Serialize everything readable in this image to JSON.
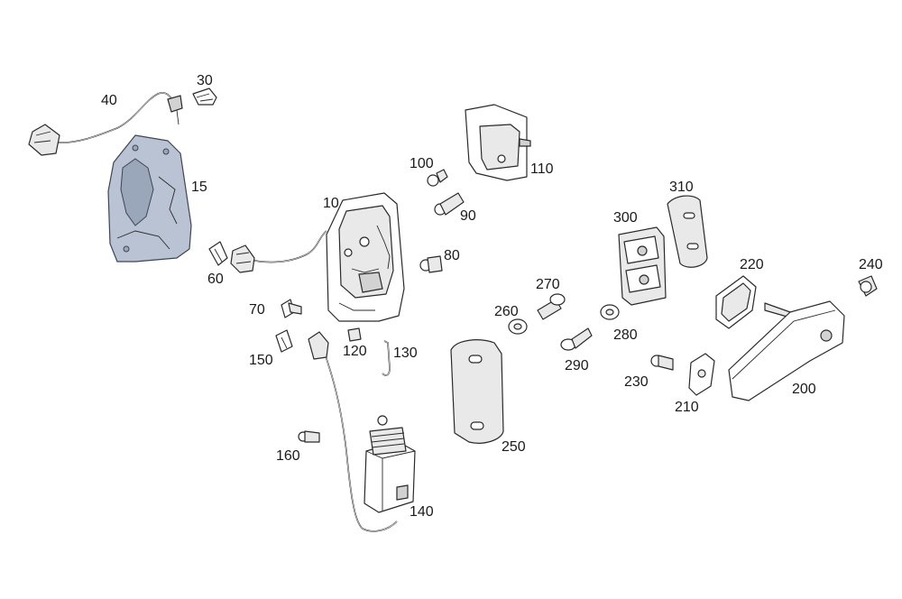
{
  "diagram": {
    "callouts": {
      "p10": "10",
      "p15": "15",
      "p30": "30",
      "p40": "40",
      "p60": "60",
      "p70": "70",
      "p80": "80",
      "p90": "90",
      "p100": "100",
      "p110": "110",
      "p120": "120",
      "p130": "130",
      "p140": "140",
      "p150": "150",
      "p160": "160",
      "p200": "200",
      "p210": "210",
      "p220": "220",
      "p230": "230",
      "p240": "240",
      "p250": "250",
      "p260": "260",
      "p270": "270",
      "p280": "280",
      "p290": "290",
      "p300": "300",
      "p310": "310"
    }
  }
}
